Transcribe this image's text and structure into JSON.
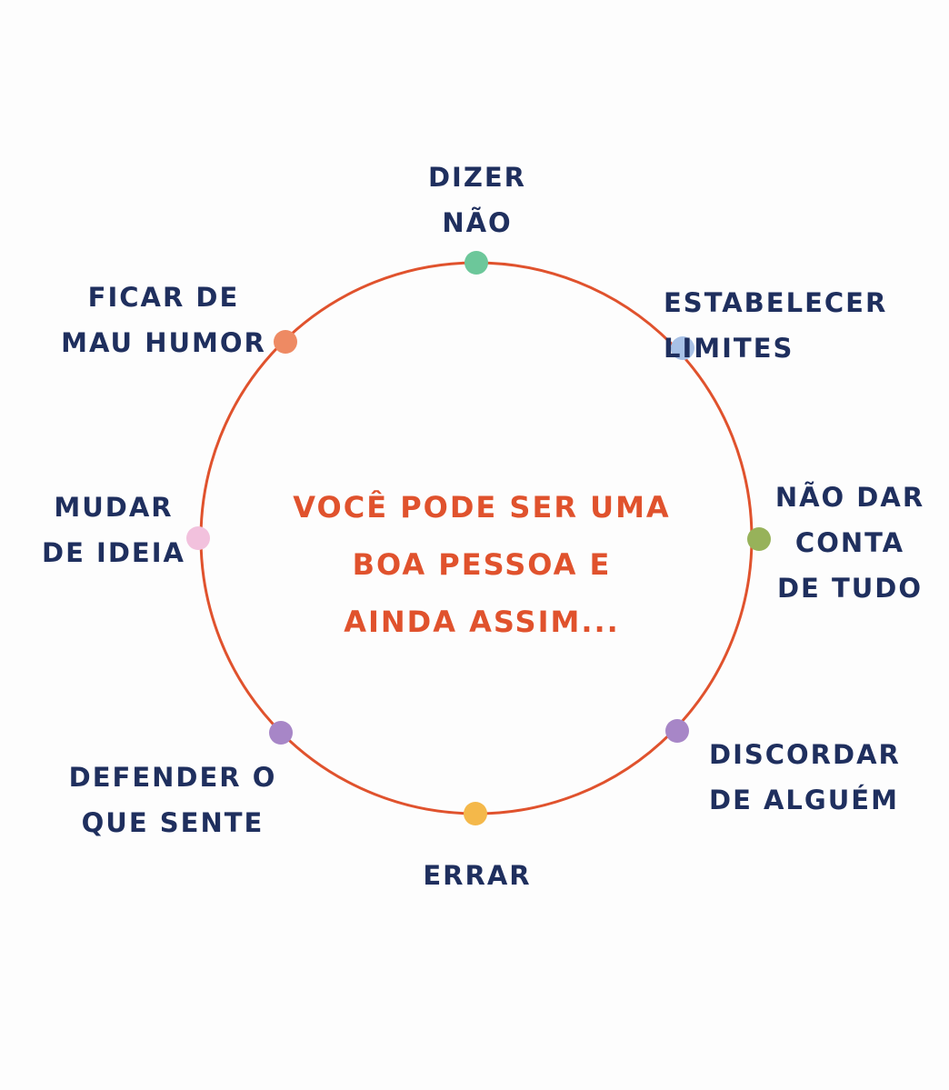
{
  "colors": {
    "circle": "#e0522d",
    "label_text": "#1f2f5e",
    "center_text": "#e0522d",
    "background": "#fdfdfd"
  },
  "center_text": "VOCÊ PODE SER UMA\nBOA PESSOA E\nAINDA ASSIM...",
  "nodes": [
    {
      "id": "dizer-nao",
      "label": "DIZER\nNÃO",
      "color": "#6cc79a"
    },
    {
      "id": "estabelecer-limites",
      "label": "ESTABELECER\nLIMITES",
      "color": "#a8c1e6"
    },
    {
      "id": "nao-dar-conta",
      "label": "NÃO DAR\nCONTA\nDE TUDO",
      "color": "#97b25a"
    },
    {
      "id": "discordar",
      "label": "DISCORDAR\nDE ALGUÉM",
      "color": "#a786c7"
    },
    {
      "id": "errar",
      "label": "ERRAR",
      "color": "#f4b84a"
    },
    {
      "id": "defender",
      "label": "DEFENDER O\nQUE SENTE",
      "color": "#a786c7"
    },
    {
      "id": "mudar-ideia",
      "label": "MUDAR\nDE IDEIA",
      "color": "#f2c1dd"
    },
    {
      "id": "ficar-mau-humor",
      "label": "FICAR DE\nMAU HUMOR",
      "color": "#ee8a63"
    }
  ]
}
